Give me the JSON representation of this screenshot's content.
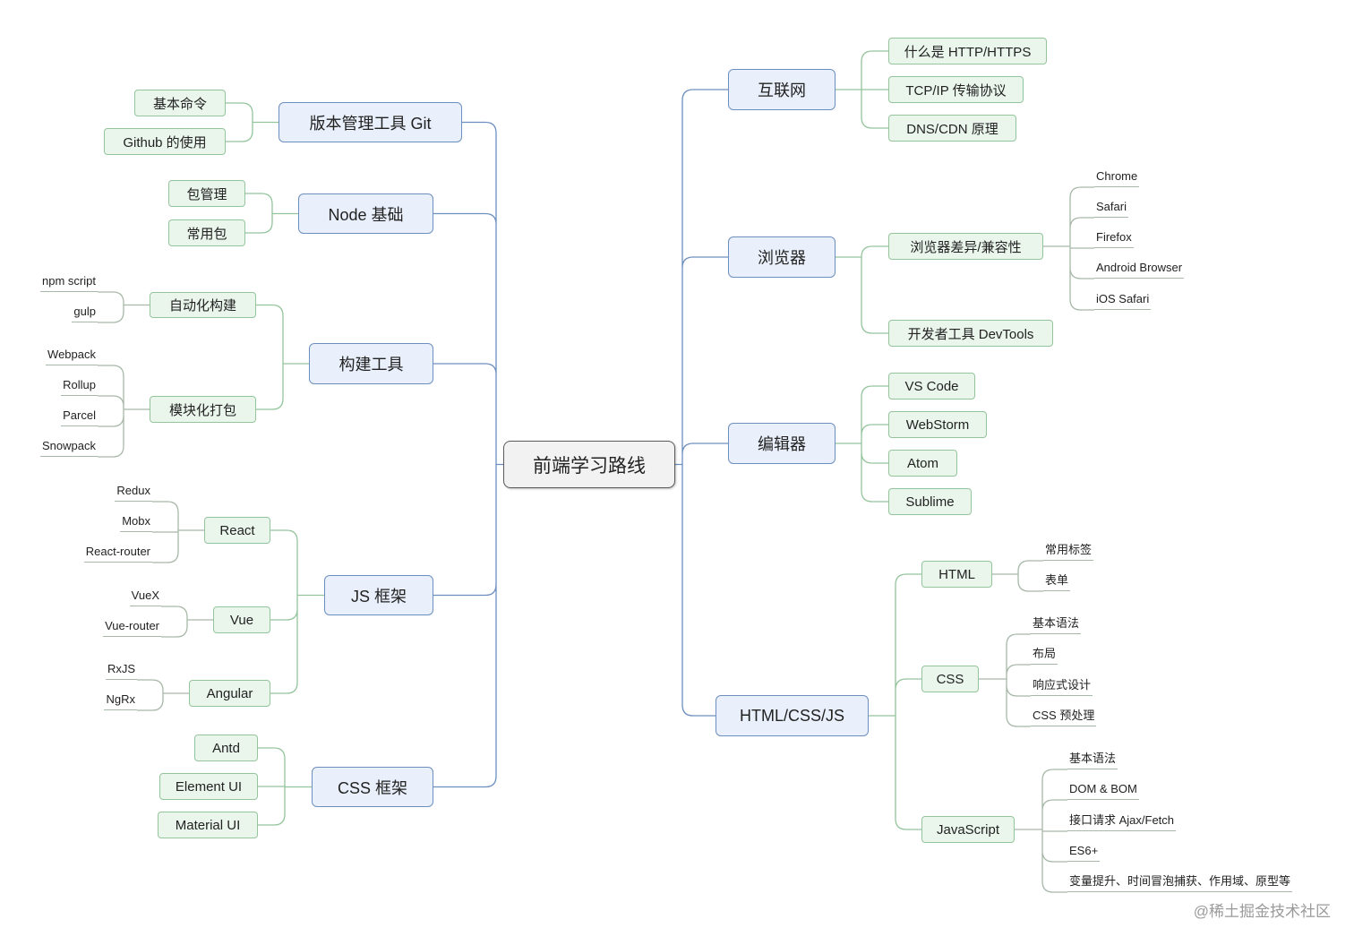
{
  "root": "前端学习路线",
  "left": [
    {
      "label": "版本管理工具 Git",
      "children": [
        {
          "label": "基本命令"
        },
        {
          "label": "Github 的使用"
        }
      ]
    },
    {
      "label": "Node 基础",
      "children": [
        {
          "label": "包管理"
        },
        {
          "label": "常用包"
        }
      ]
    },
    {
      "label": "构建工具",
      "children": [
        {
          "label": "自动化构建",
          "children": [
            "npm script",
            "gulp"
          ]
        },
        {
          "label": "模块化打包",
          "children": [
            "Webpack",
            "Rollup",
            "Parcel",
            "Snowpack"
          ]
        }
      ]
    },
    {
      "label": "JS 框架",
      "children": [
        {
          "label": "React",
          "children": [
            "Redux",
            "Mobx",
            "React-router"
          ]
        },
        {
          "label": "Vue",
          "children": [
            "VueX",
            "Vue-router"
          ]
        },
        {
          "label": "Angular",
          "children": [
            "RxJS",
            "NgRx"
          ]
        }
      ]
    },
    {
      "label": "CSS 框架",
      "children": [
        {
          "label": "Antd"
        },
        {
          "label": "Element UI"
        },
        {
          "label": "Material UI"
        }
      ]
    }
  ],
  "right": [
    {
      "label": "互联网",
      "children": [
        {
          "label": "什么是 HTTP/HTTPS"
        },
        {
          "label": "TCP/IP 传输协议"
        },
        {
          "label": "DNS/CDN 原理"
        }
      ]
    },
    {
      "label": "浏览器",
      "children": [
        {
          "label": "浏览器差异/兼容性",
          "children": [
            "Chrome",
            "Safari",
            "Firefox",
            "Android Browser",
            "iOS Safari"
          ]
        },
        {
          "label": "开发者工具 DevTools"
        }
      ]
    },
    {
      "label": "编辑器",
      "children": [
        {
          "label": "VS Code"
        },
        {
          "label": "WebStorm"
        },
        {
          "label": "Atom"
        },
        {
          "label": "Sublime"
        }
      ]
    },
    {
      "label": "HTML/CSS/JS",
      "children": [
        {
          "label": "HTML",
          "children": [
            "常用标签",
            "表单"
          ]
        },
        {
          "label": "CSS",
          "children": [
            "基本语法",
            "布局",
            "响应式设计",
            "CSS 预处理"
          ]
        },
        {
          "label": "JavaScript",
          "children": [
            "基本语法",
            "DOM & BOM",
            "接口请求 Ajax/Fetch",
            "ES6+",
            "变量提升、时间冒泡捕获、作用域、原型等"
          ]
        }
      ]
    }
  ],
  "watermark": "@稀土掘金技术社区",
  "colors": {
    "main_line": "#6d8fbf",
    "sub_line": "#94c49c",
    "leaf_line": "#a8b8a8"
  }
}
